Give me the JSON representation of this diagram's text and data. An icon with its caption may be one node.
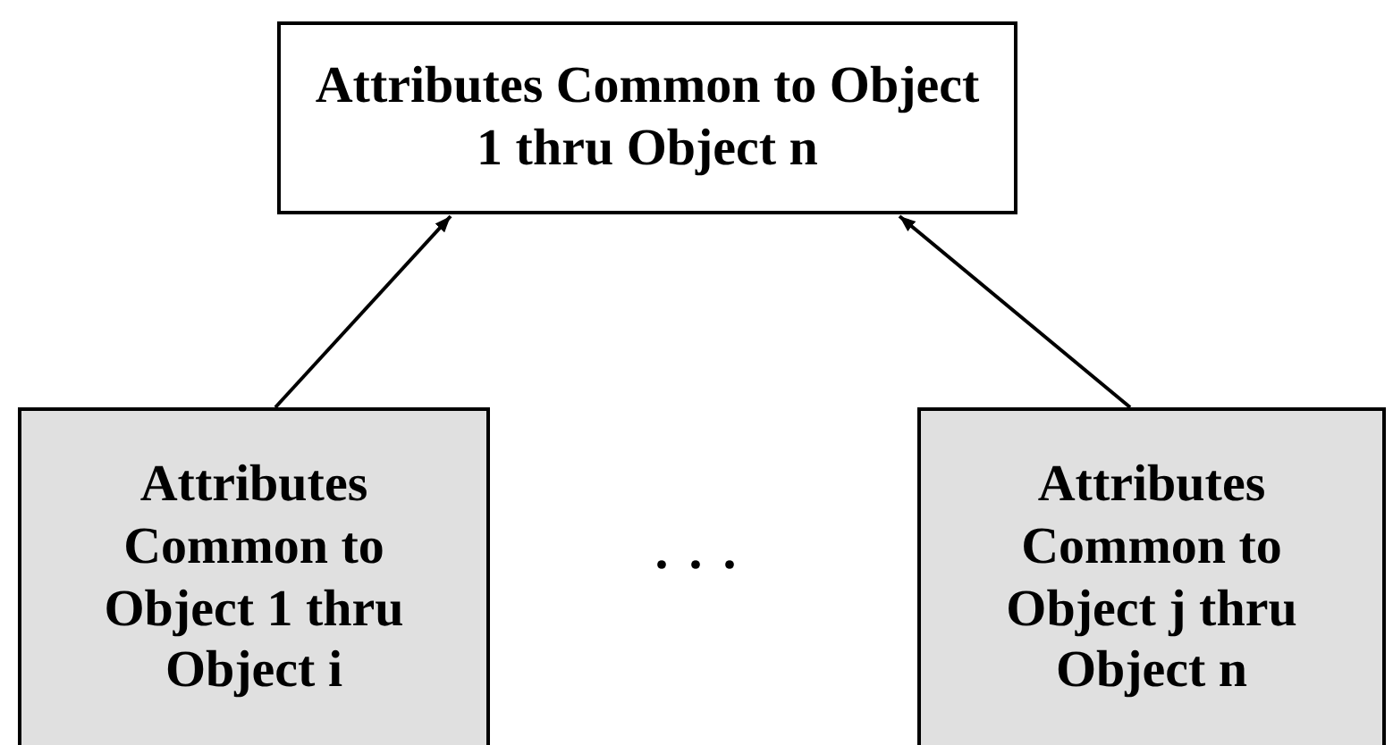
{
  "diagram": {
    "nodes": [
      {
        "text": [
          "Attributes Common to Object 1 thru Object n"
        ]
      },
      {
        "text": [
          "Attributes Common to Object 1 thru Object i"
        ]
      },
      {
        "text": [
          "Attributes Common to Object j thru Object n"
        ]
      }
    ],
    "edges": [
      {
        "from": 1,
        "to": 0,
        "arrow": "to"
      },
      {
        "from": 2,
        "to": 0,
        "arrow": "to"
      }
    ],
    "labels": [
      ". . ."
    ]
  }
}
